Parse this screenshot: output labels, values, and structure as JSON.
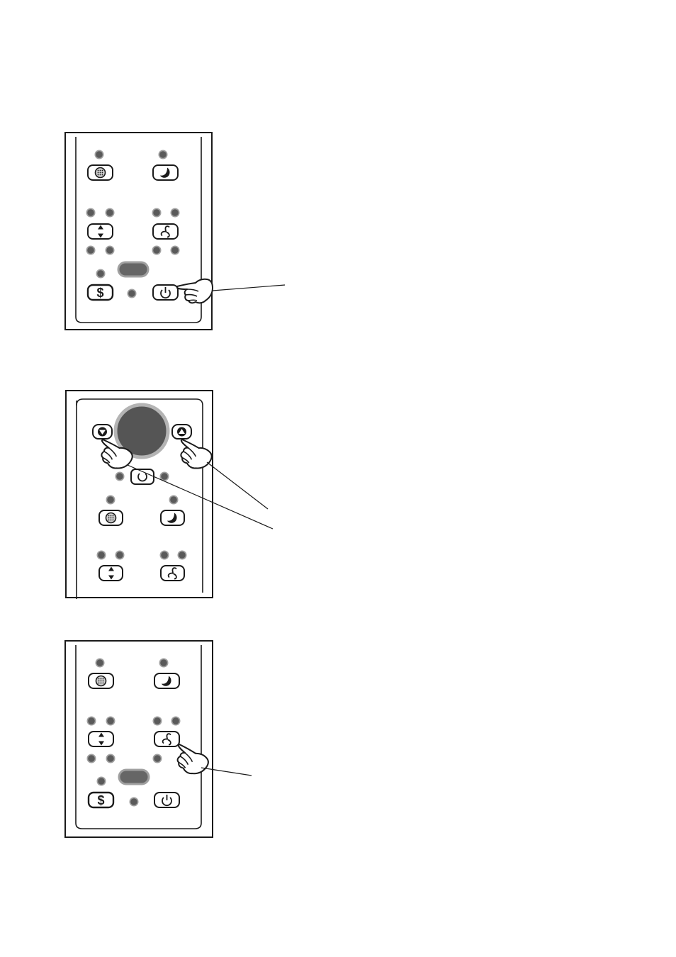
{
  "colors": {
    "ink": "#1a1a1a",
    "led": "#6e6e6e",
    "led_dark": "#4a4a4a",
    "dial_fill": "#555555",
    "dial_ring": "#b4b4b4",
    "display_pill": "#666666",
    "paper": "#ffffff"
  },
  "panels": [
    {
      "id": "panel-power",
      "buttons": [
        "filter-button",
        "sleep-button",
        "swing-button",
        "fan-speed-button",
        "eco-button",
        "power-button"
      ],
      "pointer_icon": "hand-pointer-icon",
      "pressed": "power-button"
    },
    {
      "id": "panel-temperature",
      "buttons": [
        "temp-down-button",
        "temp-up-button",
        "timer-button",
        "filter-button",
        "sleep-button",
        "swing-button",
        "fan-speed-button"
      ],
      "pointer_icon": "hand-pointer-icon",
      "pressed": [
        "temp-down-button",
        "temp-up-button"
      ]
    },
    {
      "id": "panel-fan",
      "buttons": [
        "filter-button",
        "sleep-button",
        "swing-button",
        "fan-speed-button",
        "eco-button",
        "power-button"
      ],
      "pointer_icon": "hand-pointer-icon",
      "pressed": "fan-speed-button"
    }
  ]
}
